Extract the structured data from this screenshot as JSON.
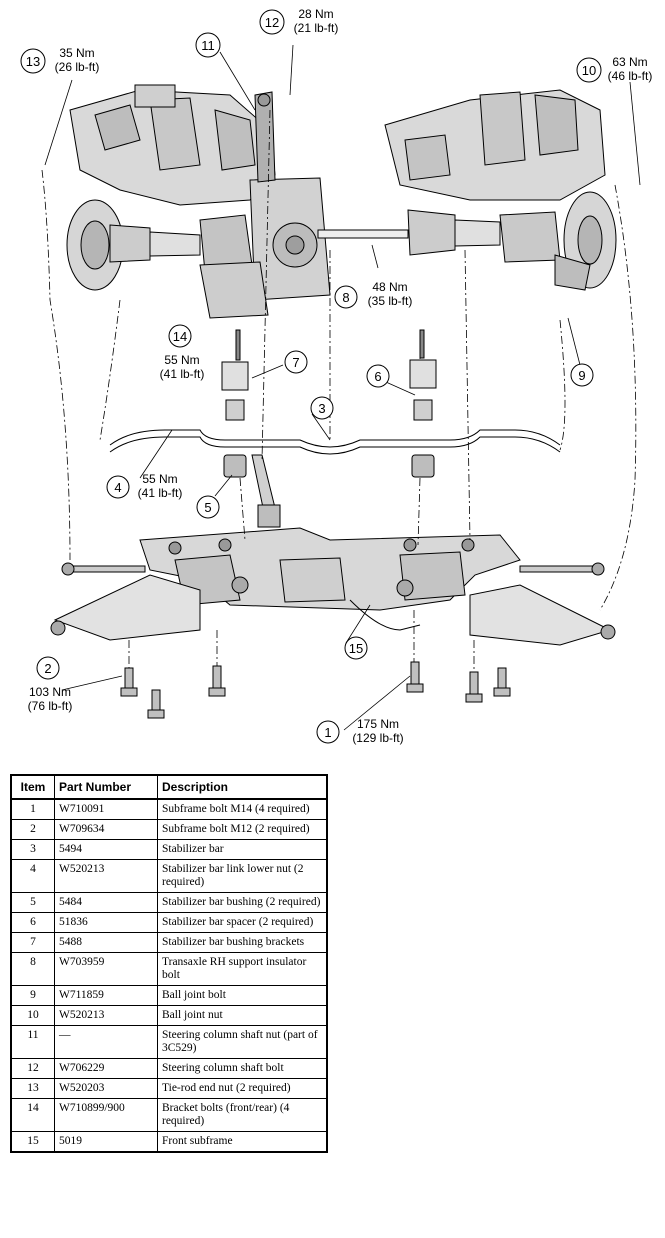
{
  "callouts": [
    {
      "num": "1",
      "torque_nm": "175 Nm",
      "torque_lbft": "(129 lb-ft)"
    },
    {
      "num": "2",
      "torque_nm": "103 Nm",
      "torque_lbft": "(76 lb-ft)"
    },
    {
      "num": "3"
    },
    {
      "num": "4",
      "torque_nm": "55 Nm",
      "torque_lbft": "(41 lb-ft)"
    },
    {
      "num": "5"
    },
    {
      "num": "6"
    },
    {
      "num": "7"
    },
    {
      "num": "8",
      "torque_nm": "48 Nm",
      "torque_lbft": "(35 lb-ft)"
    },
    {
      "num": "9"
    },
    {
      "num": "10",
      "torque_nm": "63 Nm",
      "torque_lbft": "(46 lb-ft)"
    },
    {
      "num": "11"
    },
    {
      "num": "12",
      "torque_nm": "28 Nm",
      "torque_lbft": "(21 lb-ft)"
    },
    {
      "num": "13",
      "torque_nm": "35 Nm",
      "torque_lbft": "(26 lb-ft)"
    },
    {
      "num": "14",
      "torque_nm": "55 Nm",
      "torque_lbft": "(41 lb-ft)"
    },
    {
      "num": "15"
    }
  ],
  "table": {
    "headers": [
      "Item",
      "Part Number",
      "Description"
    ],
    "rows": [
      {
        "item": "1",
        "part": "W710091",
        "desc": "Subframe bolt M14 (4 required)"
      },
      {
        "item": "2",
        "part": "W709634",
        "desc": "Subframe bolt M12 (2 required)"
      },
      {
        "item": "3",
        "part": "5494",
        "desc": "Stabilizer bar"
      },
      {
        "item": "4",
        "part": "W520213",
        "desc": "Stabilizer bar link lower nut (2 required)"
      },
      {
        "item": "5",
        "part": "5484",
        "desc": "Stabilizer bar bushing (2 required)"
      },
      {
        "item": "6",
        "part": "51836",
        "desc": "Stabilizer bar spacer (2 required)"
      },
      {
        "item": "7",
        "part": "5488",
        "desc": "Stabilizer bar bushing brackets"
      },
      {
        "item": "8",
        "part": "W703959",
        "desc": "Transaxle RH support insulator bolt"
      },
      {
        "item": "9",
        "part": "W711859",
        "desc": "Ball joint bolt"
      },
      {
        "item": "10",
        "part": "W520213",
        "desc": "Ball joint nut"
      },
      {
        "item": "11",
        "part": "—",
        "desc": "Steering column shaft nut (part of 3C529)"
      },
      {
        "item": "12",
        "part": "W706229",
        "desc": "Steering column shaft bolt"
      },
      {
        "item": "13",
        "part": "W520203",
        "desc": "Tie-rod end nut (2 required)"
      },
      {
        "item": "14",
        "part": "W710899/900",
        "desc": "Bracket bolts (front/rear) (4 required)"
      },
      {
        "item": "15",
        "part": "5019",
        "desc": "Front subframe"
      }
    ]
  }
}
